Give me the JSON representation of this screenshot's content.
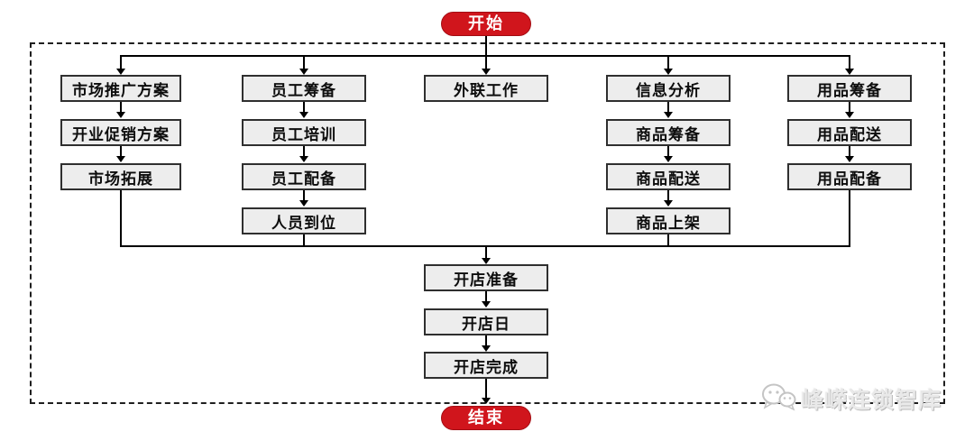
{
  "terminals": {
    "start": "开始",
    "end": "结束"
  },
  "columns": [
    {
      "name": "marketing",
      "items": [
        "市场推广方案",
        "开业促销方案",
        "市场拓展"
      ]
    },
    {
      "name": "staff",
      "items": [
        "员工筹备",
        "员工培训",
        "员工配备",
        "人员到位"
      ]
    },
    {
      "name": "external",
      "items": [
        "外联工作"
      ]
    },
    {
      "name": "goods",
      "items": [
        "信息分析",
        "商品筹备",
        "商品配送",
        "商品上架"
      ]
    },
    {
      "name": "supplies",
      "items": [
        "用品筹备",
        "用品配送",
        "用品配备"
      ]
    }
  ],
  "final_sequence": [
    "开店准备",
    "开店日",
    "开店完成"
  ],
  "watermark": {
    "text": "峰嵘连锁智库",
    "icon": "wechat-bubbles-icon"
  },
  "colors": {
    "terminal_red": "#d0151c",
    "node_fill": "#ededed",
    "node_border": "#2f2f2f",
    "connector": "#000000",
    "watermark_gray": "#e9e9e9"
  },
  "diagram_type": "flowchart"
}
